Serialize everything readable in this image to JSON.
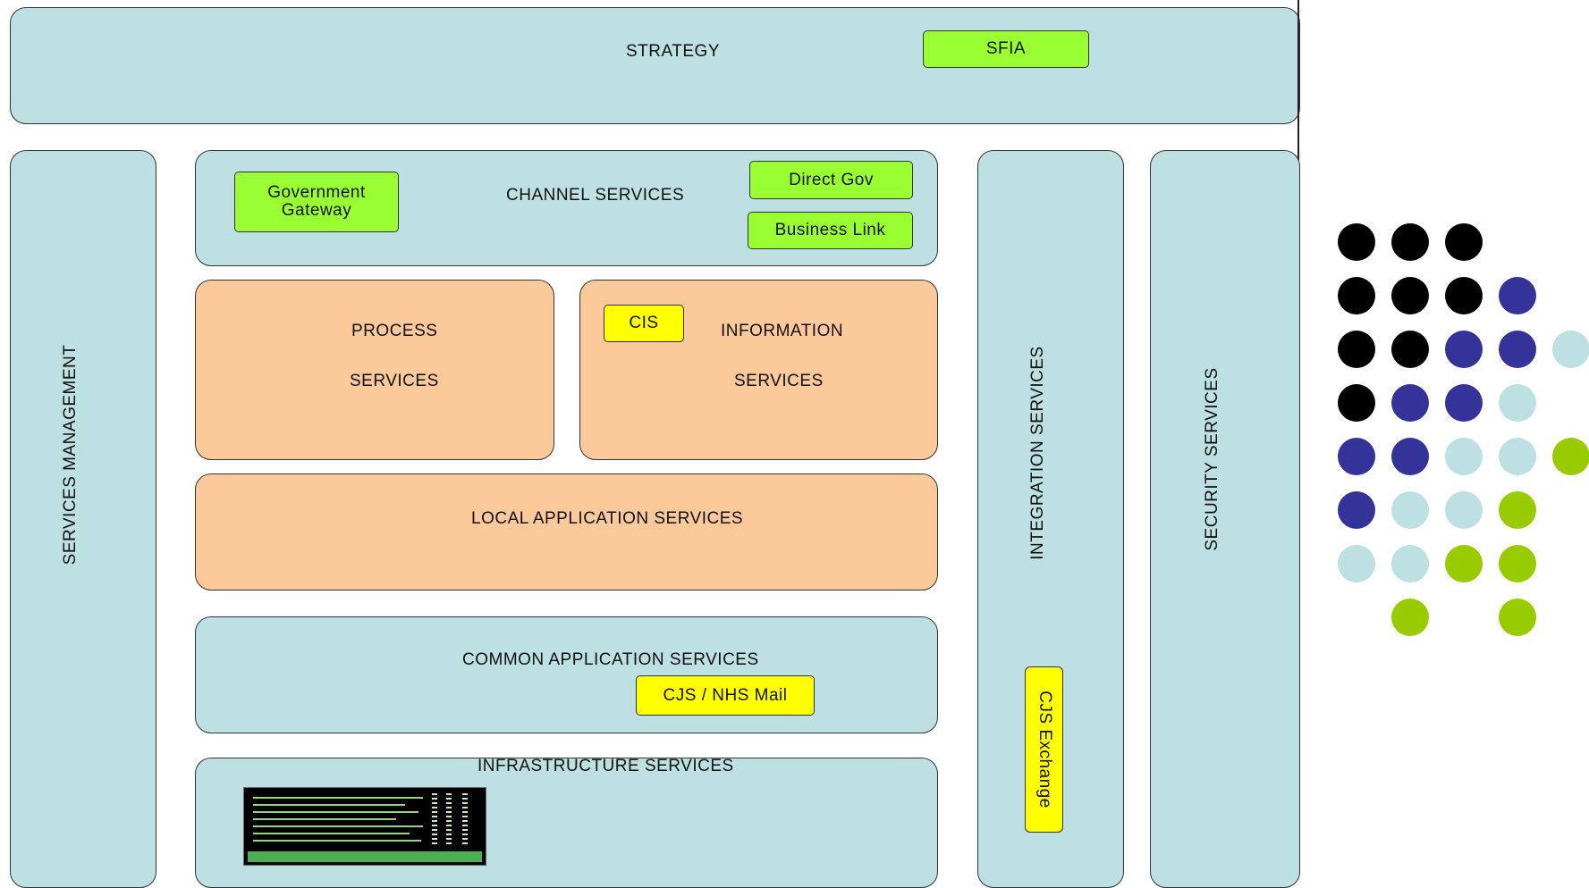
{
  "strategy": {
    "title": "STRATEGY",
    "sfia": "SFIA"
  },
  "services_management": "SERVICES MANAGEMENT",
  "channel": {
    "title": "CHANNEL SERVICES",
    "government_gateway": "Government Gateway",
    "direct_gov": "Direct Gov",
    "business_link": "Business Link"
  },
  "process": {
    "line1": "PROCESS",
    "line2": "SERVICES"
  },
  "information": {
    "line1": "INFORMATION",
    "line2": "SERVICES",
    "cis": "CIS"
  },
  "local_application": "LOCAL APPLICATION SERVICES",
  "common_application": {
    "title": "COMMON APPLICATION SERVICES",
    "mail": "CJS / NHS Mail"
  },
  "infrastructure": "INFRASTRUCTURE SERVICES",
  "integration": {
    "title": "INTEGRATION SERVICES",
    "exchange": "CJS Exchange"
  },
  "security": "SECURITY SERVICES",
  "colors": {
    "light_blue": "#bde0e3",
    "peach": "#fbc99a",
    "green_tag": "#99ff33",
    "yellow_tag": "#ffff00",
    "dot_black": "#000000",
    "dot_indigo": "#333399",
    "dot_light_blue": "#bde0e3",
    "dot_lime": "#99cc00"
  },
  "dot_pattern": [
    [
      "black",
      "black",
      "black",
      "",
      ""
    ],
    [
      "black",
      "black",
      "black",
      "indigo",
      ""
    ],
    [
      "black",
      "black",
      "indigo",
      "indigo",
      "light_blue"
    ],
    [
      "black",
      "indigo",
      "indigo",
      "light_blue",
      ""
    ],
    [
      "indigo",
      "indigo",
      "light_blue",
      "light_blue",
      "lime"
    ],
    [
      "indigo",
      "light_blue",
      "light_blue",
      "lime",
      ""
    ],
    [
      "light_blue",
      "light_blue",
      "lime",
      "lime",
      ""
    ],
    [
      "",
      "lime",
      "",
      "lime",
      ""
    ]
  ]
}
